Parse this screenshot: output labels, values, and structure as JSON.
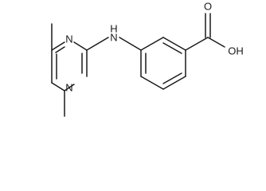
{
  "molecule": {
    "atoms": {
      "n_ring_top": "N",
      "n_ring_bottom": "N",
      "nh_linker": "H",
      "nh_linker_n": "N",
      "carbonyl_o": "O",
      "hydroxyl": "OH"
    },
    "colors": {
      "bond": "#1a1a1a",
      "background": "#ffffff"
    }
  }
}
